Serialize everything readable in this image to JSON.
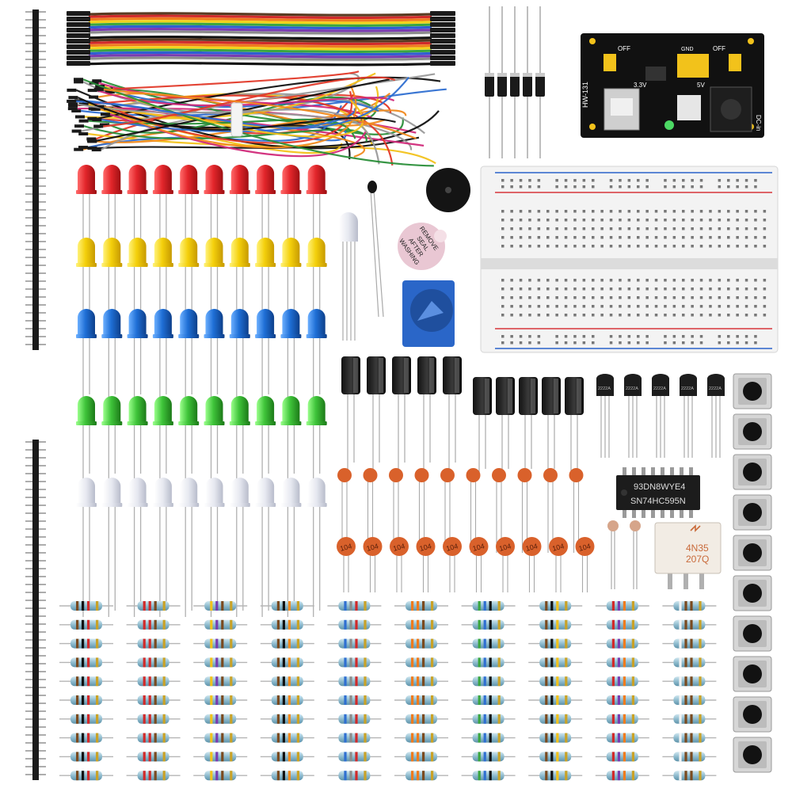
{
  "colors": {
    "led_red": "#e3262b",
    "led_yellow": "#f4d00c",
    "led_blue": "#1f6fd6",
    "led_green": "#3fc43a",
    "led_clear": "#e6e8f0",
    "capacitor": "#d9612b",
    "electrolytic": "#1b1b1b",
    "transistor": "#1d1d1d",
    "resistor_body": "#9fc7d8",
    "breadboard": "#f3f3f3",
    "rail_red": "#d8343a",
    "rail_blue": "#2b63c9",
    "pot": "#2a66c8",
    "power_module": "#111111",
    "header_pin": "#1a1a1a"
  },
  "labels": {
    "power_module": {
      "model": "HW-131",
      "off_left": "OFF",
      "off_right": "OFF",
      "v33": "3.3V",
      "v5": "5V",
      "gnd": "GND",
      "dcin": "DC-in"
    },
    "buzzer": {
      "line1": "REMOVE",
      "line2": "SEAL",
      "line3": "AFTER",
      "line4": "WASHING"
    },
    "shift_register": {
      "line1": "93DN8WYE4",
      "line2": "SN74HC595N"
    },
    "optocoupler": {
      "line1": "4N35",
      "line2": "207Q"
    },
    "transistor_marking": "2222A",
    "ceramic_marking": "104"
  },
  "counts": {
    "led_rows": 5,
    "leds_per_row": 10,
    "resistor_rows": 10,
    "resistor_cols": 10,
    "ceramic_caps": 20,
    "electrolytic_caps": 10,
    "transistors": 5,
    "push_buttons": 10,
    "diodes": 5
  }
}
